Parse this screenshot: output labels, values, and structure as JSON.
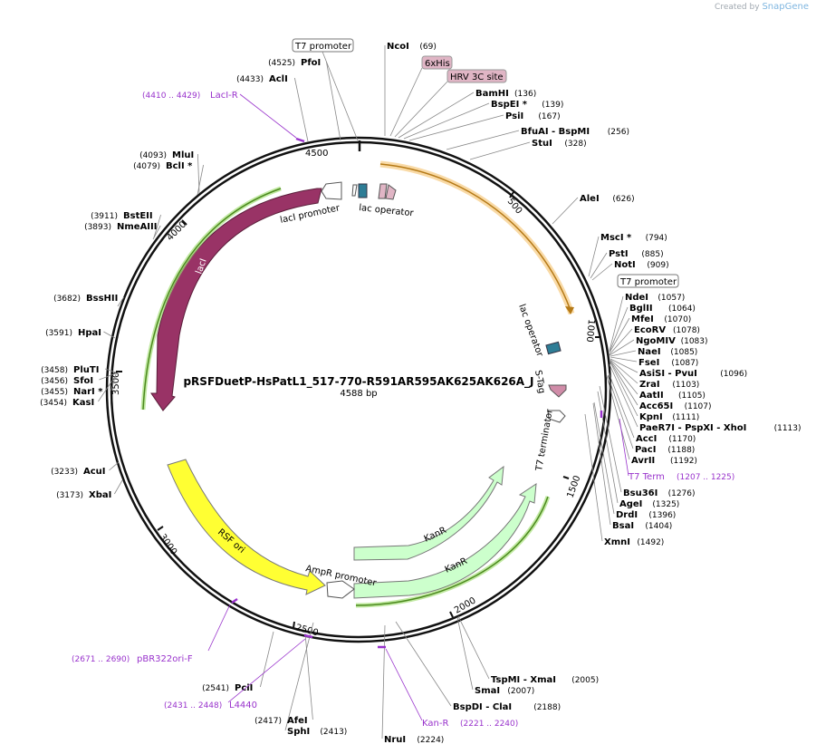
{
  "credit": {
    "prefix": "Created by",
    "brand": "SnapGene"
  },
  "plasmid": {
    "name": "pRSFDuetP-HsPatL1_517-770-R591AR595AK625AK626A_J",
    "size_label": "4588 bp",
    "length": 4588
  },
  "ticks": [
    "500",
    "1000",
    "1500",
    "2000",
    "2500",
    "3000",
    "3500",
    "4000",
    "4500"
  ],
  "features": [
    {
      "id": "laci",
      "label": "lacI",
      "color": "#993366"
    },
    {
      "id": "lacipro",
      "label": "lacI promoter",
      "color": "#ffffff"
    },
    {
      "id": "t7p1",
      "label": "T7 promoter",
      "color": "#ffffff"
    },
    {
      "id": "lacop1",
      "label": "lac operator",
      "color": "#2e7d96"
    },
    {
      "id": "his",
      "label": "6xHis",
      "color": "#e0b5c5"
    },
    {
      "id": "hrv",
      "label": "HRV 3C site",
      "color": "#e0b5c5"
    },
    {
      "id": "lacop2",
      "label": "lac operator",
      "color": "#2e7d96"
    },
    {
      "id": "stag",
      "label": "S-Tag",
      "color": "#d08ca8"
    },
    {
      "id": "t7term",
      "label": "T7 terminator",
      "color": "#ffffff"
    },
    {
      "id": "kanr1",
      "label": "KanR",
      "color": "#ccffcc"
    },
    {
      "id": "kanr2",
      "label": "KanR",
      "color": "#ccffcc"
    },
    {
      "id": "amprpro",
      "label": "AmpR promoter",
      "color": "#ffffff"
    },
    {
      "id": "rsfori",
      "label": "RSF ori",
      "color": "#ffff33"
    },
    {
      "id": "t7p2",
      "label": "T7 promoter",
      "color": "#ffffff"
    }
  ],
  "sites_right": [
    {
      "name": "NcoI",
      "pos": "(69)"
    },
    {
      "name": "BamHI",
      "pos": "(136)"
    },
    {
      "name": "BspEI *",
      "pos": "(139)"
    },
    {
      "name": "PsiI",
      "pos": "(167)"
    },
    {
      "name": "BfuAI - BspMI",
      "pos": "(256)"
    },
    {
      "name": "StuI",
      "pos": "(328)"
    },
    {
      "name": "AleI",
      "pos": "(626)"
    },
    {
      "name": "MscI *",
      "pos": "(794)"
    },
    {
      "name": "PstI",
      "pos": "(885)"
    },
    {
      "name": "NotI",
      "pos": "(909)"
    },
    {
      "name": "NdeI",
      "pos": "(1057)"
    },
    {
      "name": "BglII",
      "pos": "(1064)"
    },
    {
      "name": "MfeI",
      "pos": "(1070)"
    },
    {
      "name": "EcoRV",
      "pos": "(1078)"
    },
    {
      "name": "NgoMIV",
      "pos": "(1083)"
    },
    {
      "name": "NaeI",
      "pos": "(1085)"
    },
    {
      "name": "FseI",
      "pos": "(1087)"
    },
    {
      "name": "AsiSI - PvuI",
      "pos": "(1096)"
    },
    {
      "name": "ZraI",
      "pos": "(1103)"
    },
    {
      "name": "AatII",
      "pos": "(1105)"
    },
    {
      "name": "Acc65I",
      "pos": "(1107)"
    },
    {
      "name": "KpnI",
      "pos": "(1111)"
    },
    {
      "name": "PaeR7I - PspXI - XhoI",
      "pos": "(1113)"
    },
    {
      "name": "AccI",
      "pos": "(1170)"
    },
    {
      "name": "PacI",
      "pos": "(1188)"
    },
    {
      "name": "AvrII",
      "pos": "(1192)"
    },
    {
      "name": "Bsu36I",
      "pos": "(1276)"
    },
    {
      "name": "AgeI",
      "pos": "(1325)"
    },
    {
      "name": "DrdI",
      "pos": "(1396)"
    },
    {
      "name": "BsaI",
      "pos": "(1404)"
    },
    {
      "name": "XmnI",
      "pos": "(1492)"
    },
    {
      "name": "TspMI - XmaI",
      "pos": "(2005)"
    },
    {
      "name": "SmaI",
      "pos": "(2007)"
    },
    {
      "name": "BspDI - ClaI",
      "pos": "(2188)"
    },
    {
      "name": "NruI",
      "pos": "(2224)"
    },
    {
      "name": "SphI",
      "pos": "(2413)"
    }
  ],
  "sites_left": [
    {
      "name": "PfoI",
      "pos": "(4525)"
    },
    {
      "name": "AclI",
      "pos": "(4433)"
    },
    {
      "name": "MluI",
      "pos": "(4093)"
    },
    {
      "name": "BclI *",
      "pos": "(4079)"
    },
    {
      "name": "BstEII",
      "pos": "(3911)"
    },
    {
      "name": "NmeAIII",
      "pos": "(3893)"
    },
    {
      "name": "BssHII",
      "pos": "(3682)"
    },
    {
      "name": "HpaI",
      "pos": "(3591)"
    },
    {
      "name": "PluTI",
      "pos": "(3458)"
    },
    {
      "name": "SfoI",
      "pos": "(3456)"
    },
    {
      "name": "NarI *",
      "pos": "(3455)"
    },
    {
      "name": "KasI",
      "pos": "(3454)"
    },
    {
      "name": "AcuI",
      "pos": "(3233)"
    },
    {
      "name": "XbaI",
      "pos": "(3173)"
    },
    {
      "name": "PciI",
      "pos": "(2541)"
    },
    {
      "name": "AfeI",
      "pos": "(2417)"
    }
  ],
  "primers": [
    {
      "name": "LacI-R",
      "range": "(4410 .. 4429)"
    },
    {
      "name": "T7 Term",
      "range": "(1207 .. 1225)"
    },
    {
      "name": "Kan-R",
      "range": "(2221 .. 2240)"
    },
    {
      "name": "L4440",
      "range": "(2431 .. 2448)"
    },
    {
      "name": "pBR322ori-F",
      "range": "(2671 .. 2690)"
    }
  ],
  "colors": {
    "backbone": "#111111",
    "enzyme": "#000000",
    "primer": "#9933cc",
    "leader": "#888888"
  }
}
